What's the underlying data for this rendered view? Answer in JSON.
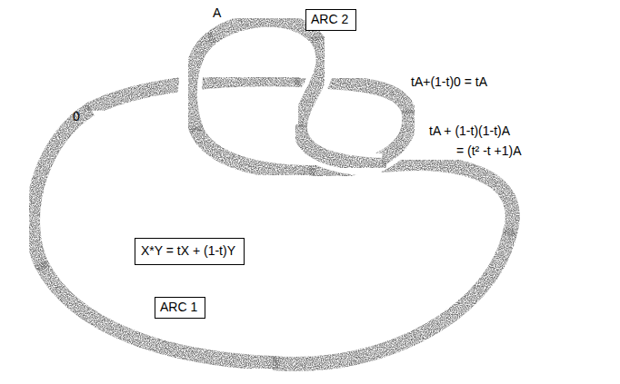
{
  "diagram": {
    "nodes": [
      {
        "text": [
          "ARC 2"
        ]
      },
      {
        "text": [
          "X*Y = tX + (1-t)Y"
        ]
      },
      {
        "text": [
          "ARC 1"
        ]
      }
    ],
    "labels": [
      "A",
      "0",
      "tA+(1-t)0 = tA",
      "tA + (1-t)(1-t)A",
      "= (t² -t +1)A"
    ]
  }
}
